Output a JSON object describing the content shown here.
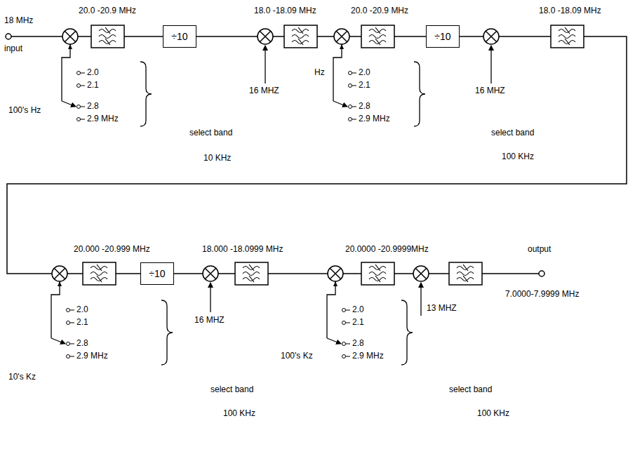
{
  "diagram": {
    "nodes": [
      {
        "text": [
          "÷10"
        ]
      },
      {
        "text": [
          "÷10"
        ]
      },
      {
        "text": [
          "÷10"
        ]
      }
    ],
    "labels": [
      "18 MHz",
      "input",
      "20.0 -20.9 MHz",
      "18.0 -18.09 MHz",
      "20.0 -20.9 MHz",
      "18.0 -18.09 MHz",
      "100's Hz",
      "2.0",
      "2.1",
      "2.8",
      "2.9 MHz",
      "16 MHZ",
      "select band",
      "10 KHz",
      "Hz",
      "2.0",
      "2.1",
      "2.8",
      "2.9 MHz",
      "16 MHZ",
      "select band",
      "100 KHz",
      "20.000 -20.999 MHz",
      "18.000 -18.0999 MHz",
      "20.0000 -20.9999MHz",
      "output",
      "7.0000-7.9999 MHz",
      "10's Kz",
      "2.0",
      "2.1",
      "2.8",
      "2.9 MHz",
      "16 MHZ",
      "select band",
      "100 KHz",
      "100's Kz",
      "2.0",
      "2.1",
      "2.8",
      "2.9 MHz",
      "13 MHZ",
      "select band",
      "100 KHz"
    ]
  }
}
